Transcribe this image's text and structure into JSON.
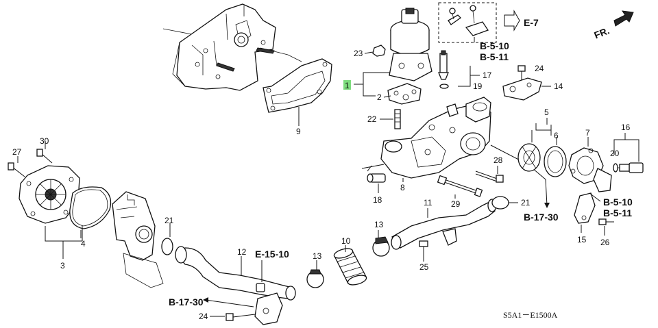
{
  "diagram": {
    "code": "S5A1－E1500A",
    "direction_label": "FR.",
    "refs": {
      "e7": "E-7",
      "b510_a": "B-5-10",
      "b511_a": "B-5-11",
      "b510_b": "B-5-10",
      "b511_b": "B-5-11",
      "b1730_a": "B-17-30",
      "b1730_b": "B-17-30",
      "e1510": "E-15-10"
    },
    "highlight_color": "#7ddc7d",
    "callouts": {
      "p1": "1",
      "p2": "2",
      "p3": "3",
      "p4": "4",
      "p5": "5",
      "p6": "6",
      "p7": "7",
      "p8": "8",
      "p9": "9",
      "p10": "10",
      "p11": "11",
      "p12": "12",
      "p13a": "13",
      "p13b": "13",
      "p14": "14",
      "p15": "15",
      "p16": "16",
      "p17": "17",
      "p18": "18",
      "p19": "19",
      "p20": "20",
      "p21a": "21",
      "p21b": "21",
      "p22": "22",
      "p23": "23",
      "p24a": "24",
      "p24b": "24",
      "p25": "25",
      "p26": "26",
      "p27": "27",
      "p28": "28",
      "p29": "29",
      "p30": "30"
    }
  }
}
